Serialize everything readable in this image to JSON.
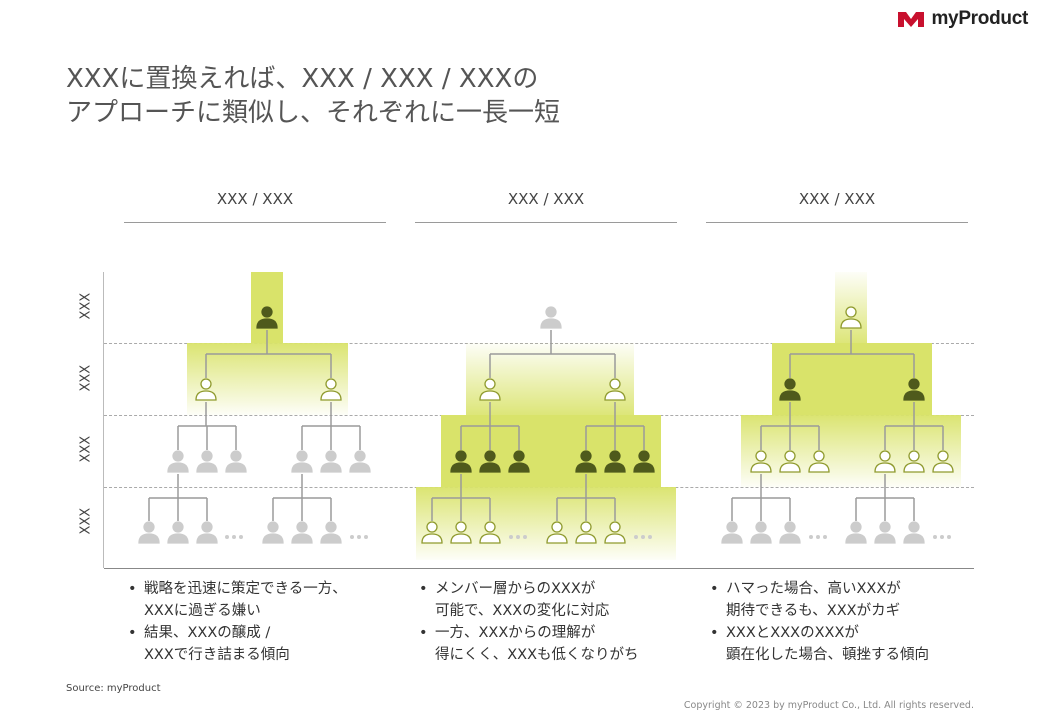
{
  "brand": {
    "name": "myProduct"
  },
  "title": "XXXに置換えれば、XXX / XXX / XXXの\nアプローチに類似し、それぞれに一長一短",
  "columns": [
    {
      "header": "XXX / XXX",
      "notes": [
        "戦略を迅速に策定できる一方、\nXXXに過ぎる嫌い",
        "結果、XXXの醸成 /\nXXXで行き詰まる傾向"
      ]
    },
    {
      "header": "XXX / XXX",
      "notes": [
        "メンバー層からのXXXが\n可能で、XXXの変化に対応",
        "一方、XXXからの理解が\n得にくく、XXXも低くなりがち"
      ]
    },
    {
      "header": "XXX / XXX",
      "notes": [
        "ハマった場合、高いXXXが\n期待できるも、XXXがカギ",
        "XXXとXXXのXXXが\n顕在化した場合、頓挫する傾向"
      ]
    }
  ],
  "row_labels": [
    "XXX",
    "XXX",
    "XXX",
    "XXX"
  ],
  "source": "Source: myProduct",
  "copyright": "Copyright © 2023 by myProduct Co., Ltd.  All rights reserved.",
  "colors": {
    "highlight": "#d9e36a",
    "active_person": "#4f5a1c",
    "outline_person": "#b6c04a",
    "inactive_person": "#cccccc",
    "brand_red": "#c8102e"
  },
  "icons": [
    "person-icon",
    "ellipsis-icon",
    "brand-logo-icon"
  ]
}
